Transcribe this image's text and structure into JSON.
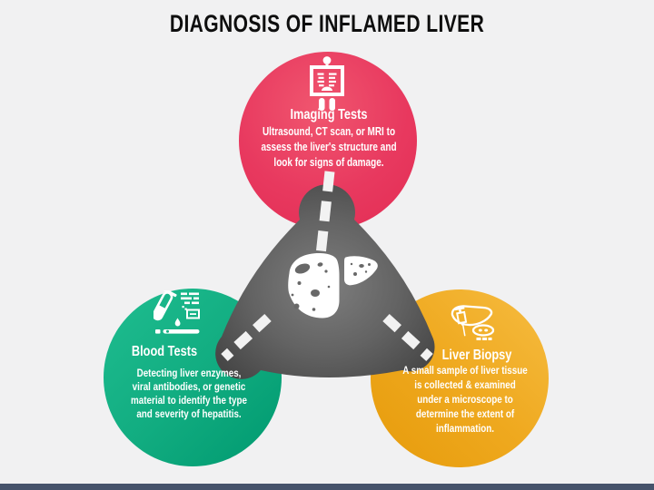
{
  "slide": {
    "title": "DIAGNOSIS OF INFLAMED LIVER",
    "background_color": "#f1f1f2",
    "title_color": "#0e0e0e",
    "footer_bar_color": "#46536b"
  },
  "center": {
    "label": "liver",
    "icon": "liver-icon",
    "triangle_color_center": "#7e7e7e",
    "triangle_color_edge": "#474747",
    "connector_dash_color": "#f2f2f2"
  },
  "nodes": [
    {
      "id": "imaging-tests",
      "title": "Imaging Tests",
      "icon": "xray-scan-icon",
      "color": "#e8395f",
      "color_light": "#f0566f",
      "color_dark": "#e22c53",
      "desc_lines": [
        "Ultrasound, CT scan, or MRI to",
        "assess the liver's structure and",
        "look for signs of damage."
      ]
    },
    {
      "id": "blood-tests",
      "title": "Blood Tests",
      "icon": "blood-test-icon",
      "color": "#12ad81",
      "color_light": "#1fbd90",
      "color_dark": "#00996f",
      "desc_lines": [
        "Detecting liver enzymes,",
        "viral antibodies, or genetic",
        "material to identify the type",
        "and severity of hepatitis."
      ]
    },
    {
      "id": "liver-biopsy",
      "title": "Liver Biopsy",
      "icon": "liver-biopsy-icon",
      "color": "#efa91f",
      "color_light": "#f6bc41",
      "color_dark": "#e69b0b",
      "desc_lines": [
        "A small sample of liver tissue",
        "is collected & examined",
        "under a microscope to",
        "determine the extent of",
        "inflammation."
      ]
    }
  ]
}
